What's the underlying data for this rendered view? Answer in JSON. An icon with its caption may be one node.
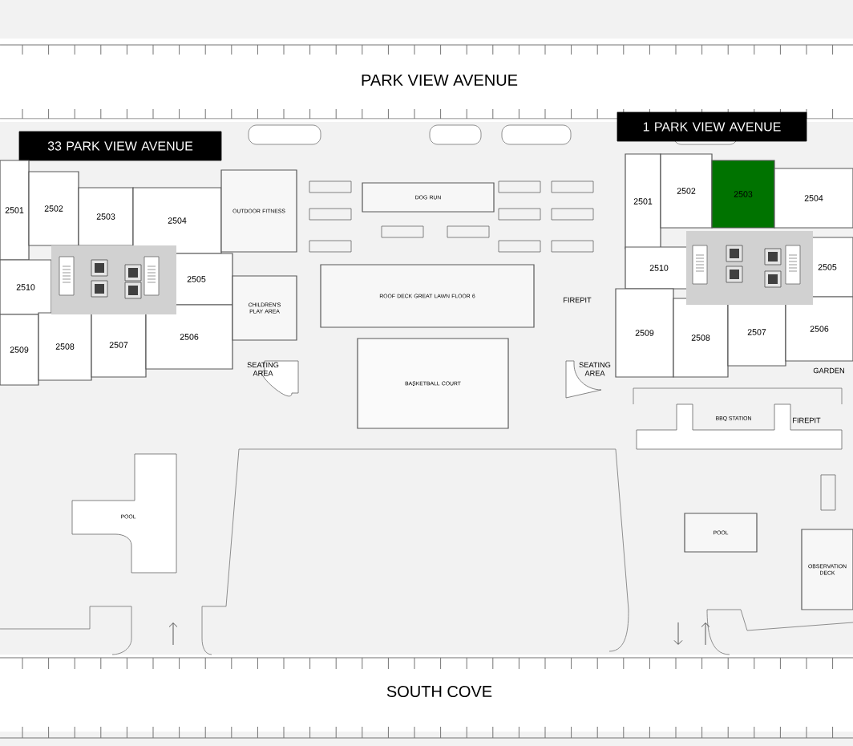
{
  "diagram": {
    "nodes": [
      {
        "text": [
          "33 PARK VIEW AVENUE"
        ]
      },
      {
        "text": [
          "2501"
        ]
      },
      {
        "text": [
          "2502"
        ]
      },
      {
        "text": [
          "2503"
        ]
      },
      {
        "text": [
          "2504"
        ]
      },
      {
        "text": [
          "2510"
        ]
      },
      {
        "text": [
          "2505"
        ]
      },
      {
        "text": [
          "2509"
        ]
      },
      {
        "text": [
          "2508"
        ]
      },
      {
        "text": [
          "2507"
        ]
      },
      {
        "text": [
          "2506"
        ]
      },
      {
        "text": [
          "OUTDOOR FITNESS"
        ]
      },
      {
        "text": [
          "CHILDREN'S PLAY AREA"
        ]
      },
      {
        "text": [
          "SEATING AREA"
        ]
      },
      {
        "text": [
          "DOG RUN"
        ]
      },
      {
        "text": [
          "ROOF DECK GREAT LAWN FLOOR 6"
        ]
      },
      {
        "text": [
          "BASKETBALL COURT"
        ]
      },
      {
        "text": [
          "SEATING AREA"
        ]
      },
      {
        "text": [
          "1 PARK VIEW AVENUE"
        ]
      },
      {
        "text": [
          "2501"
        ]
      },
      {
        "text": [
          "2502"
        ]
      },
      {
        "text": [
          "2503"
        ]
      },
      {
        "text": [
          "2504"
        ]
      },
      {
        "text": [
          "2510"
        ]
      },
      {
        "text": [
          "2505"
        ]
      },
      {
        "text": [
          "2509"
        ]
      },
      {
        "text": [
          "2508"
        ]
      },
      {
        "text": [
          "2507"
        ]
      },
      {
        "text": [
          "2506"
        ]
      },
      {
        "text": [
          "BBQ STATION"
        ]
      },
      {
        "text": [
          "POOL"
        ]
      },
      {
        "text": [
          "POOL"
        ]
      },
      {
        "text": [
          "OBSERVATION DECK"
        ]
      }
    ],
    "labels": [
      "PARK VIEW AVENUE",
      "FIREPIT",
      "GARDEN",
      "FIREPIT",
      "SOUTH COVE"
    ]
  }
}
